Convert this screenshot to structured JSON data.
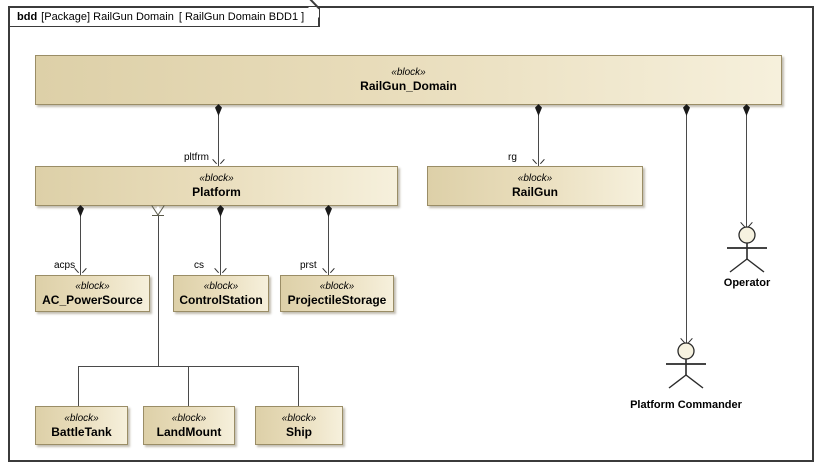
{
  "diagram": {
    "header": {
      "kind": "bdd",
      "scope": "[Package] RailGun Domain",
      "name": "[ RailGun Domain BDD1 ]"
    },
    "stereotype": "«block»",
    "blocks": [
      {
        "id": "railgun_domain",
        "name": "RailGun_Domain"
      },
      {
        "id": "platform",
        "name": "Platform"
      },
      {
        "id": "railgun",
        "name": "RailGun"
      },
      {
        "id": "ac_powersource",
        "name": "AC_PowerSource"
      },
      {
        "id": "controlstation",
        "name": "ControlStation"
      },
      {
        "id": "projectilestorage",
        "name": "ProjectileStorage"
      },
      {
        "id": "battletank",
        "name": "BattleTank"
      },
      {
        "id": "landmount",
        "name": "LandMount"
      },
      {
        "id": "ship",
        "name": "Ship"
      }
    ],
    "part_labels": [
      {
        "id": "pltfrm",
        "text": "pltfrm"
      },
      {
        "id": "rg",
        "text": "rg"
      },
      {
        "id": "acps",
        "text": "acps"
      },
      {
        "id": "cs",
        "text": "cs"
      },
      {
        "id": "prst",
        "text": "prst"
      }
    ],
    "actors": [
      {
        "id": "operator",
        "name": "Operator"
      },
      {
        "id": "platform_commander",
        "name": "Platform Commander"
      }
    ],
    "colors": {
      "block_fill_left": "#ddd0a8",
      "block_fill_right": "#f6f0dc",
      "block_border": "#9a8d66",
      "frame_border": "#3b3b3b",
      "connector": "#4a4a4a",
      "canvas": "#ffffff"
    }
  }
}
